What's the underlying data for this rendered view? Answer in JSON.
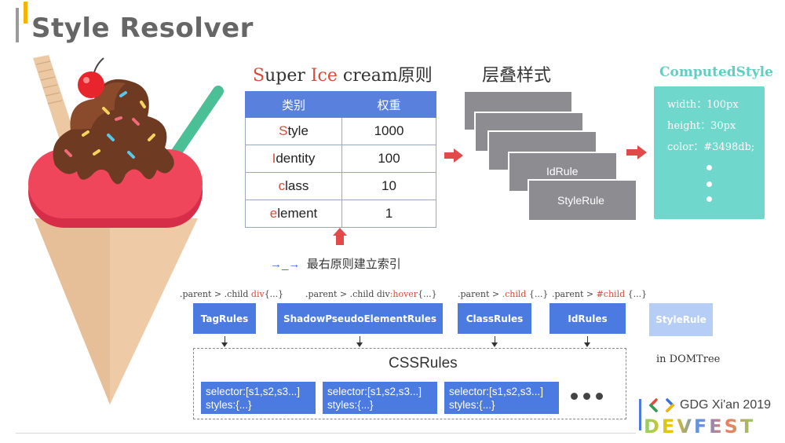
{
  "slide": {
    "title": "Style Resolver",
    "priority_title": {
      "s": "S",
      "uper": "uper ",
      "ice": "Ice",
      "rest": " cream原则"
    },
    "table": {
      "headers": [
        "类别",
        "权重"
      ],
      "rows": [
        {
          "first": "S",
          "rest": "tyle",
          "weight": "1000"
        },
        {
          "first": "I",
          "rest": "dentity",
          "weight": "100"
        },
        {
          "first": "c",
          "rest": "lass",
          "weight": "10"
        },
        {
          "first": "e",
          "rest": "lement",
          "weight": "1"
        }
      ]
    },
    "note": {
      "arrows": "→_→",
      "text": "最右原则建立索引"
    },
    "cascade_title": "层叠样式",
    "layers": [
      "IdRule",
      "StyleRule"
    ],
    "computed": {
      "title": "ComputedStyle",
      "lines": [
        "width：100px",
        "height：30px",
        "color：#3498db;"
      ]
    },
    "rules": [
      {
        "label_pre": ".parent > .child ",
        "label_red": "div",
        "label_post": "{...}",
        "button": "TagRules"
      },
      {
        "label_pre": ".parent > .child div",
        "label_red": ":hover",
        "label_post": "{...}",
        "button": "ShadowPseudoElementRules"
      },
      {
        "label_pre": ".parent > ",
        "label_red": ".child",
        "label_post": " {...}",
        "button": "ClassRules"
      },
      {
        "label_pre": ".parent > ",
        "label_red": "#child",
        "label_post": " {...}",
        "button": "IdRules"
      }
    ],
    "style_rule": {
      "button": "StyleRule",
      "caption": "in DOMTree"
    },
    "css_rules": {
      "title": "CSSRules",
      "selectors": [
        {
          "selector": "selector:[s1,s2,s3...]",
          "styles": "styles:{...}"
        },
        {
          "selector": "selector:[s1,s2,s3...]",
          "styles": "styles:{...}"
        },
        {
          "selector": "selector:[s1,s2,s3...]",
          "styles": "styles:{...}"
        }
      ]
    },
    "branding": {
      "event": "GDG Xi'an 2019",
      "logo_text": "DEVFEST"
    },
    "colors": {
      "accent_blue": "#4b7be0",
      "red": "#d84b3d",
      "teal": "#6fd7cb",
      "gray_layer": "#8d8d91"
    }
  }
}
